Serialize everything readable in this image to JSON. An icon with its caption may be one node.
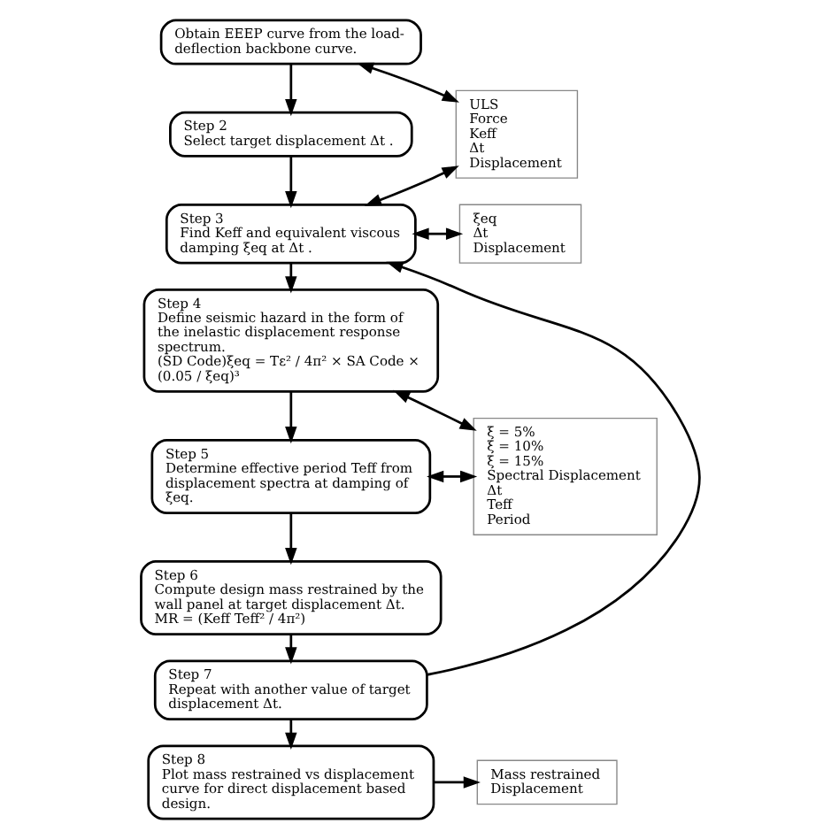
{
  "diagram": {
    "nodes": [
      {
        "text": [
          "Obtain EEEP curve from the load-deflection backbone curve."
        ]
      },
      {
        "text": [
          "Step 2",
          "Select target displacement Δt ."
        ]
      },
      {
        "text": [
          "Step 3",
          "Find Keff and equivalent viscous damping ξeq at Δt ."
        ]
      },
      {
        "text": [
          "Step 4",
          "Define seismic hazard in the form of the inelastic displacement response spectrum.",
          "(SD Code)ξeq = Tε² / 4π² × SA Code × (0.05 / ξeq)³"
        ]
      },
      {
        "text": [
          "Step 5",
          "Determine effective period Teff from displacement spectra at damping of ξeq."
        ]
      },
      {
        "text": [
          "Step 6",
          "Compute design mass restrained by the wall panel at target displacement Δt.",
          "MR = (Keff Teff² / 4π²)"
        ]
      },
      {
        "text": [
          "Step 7",
          "Repeat with another value of target displacement Δt."
        ]
      },
      {
        "text": [
          "Step 8",
          "Plot mass restrained vs displacement curve for direct displacement based design."
        ]
      },
      {
        "text": [
          "ULS",
          "Force",
          "Keff",
          "Δt",
          "Displacement"
        ]
      },
      {
        "text": [
          "ξeq",
          "Δt",
          "Displacement"
        ]
      },
      {
        "text": [
          "ξ = 5%",
          "ξ = 10%",
          "ξ = 15%",
          "Spectral Displacement",
          "Δt",
          "Teff",
          "Period"
        ]
      },
      {
        "text": [
          "Mass restrained",
          "Displacement"
        ]
      }
    ],
    "edges": [
      {
        "from": 0,
        "to": 1,
        "arrow": "to"
      },
      {
        "from": 1,
        "to": 2,
        "arrow": "to"
      },
      {
        "from": 2,
        "to": 3,
        "arrow": "to"
      },
      {
        "from": 3,
        "to": 4,
        "arrow": "to"
      },
      {
        "from": 4,
        "to": 5,
        "arrow": "to"
      },
      {
        "from": 5,
        "to": 6,
        "arrow": "to"
      },
      {
        "from": 6,
        "to": 7,
        "arrow": "to"
      },
      {
        "from": 6,
        "to": 2,
        "arrow": "to"
      },
      {
        "from": 0,
        "to": 8,
        "arrow": "both"
      },
      {
        "from": 2,
        "to": 8,
        "arrow": "both"
      },
      {
        "from": 2,
        "to": 9,
        "arrow": "both"
      },
      {
        "from": 3,
        "to": 10,
        "arrow": "both"
      },
      {
        "from": 4,
        "to": 10,
        "arrow": "both"
      },
      {
        "from": 7,
        "to": 11,
        "arrow": "to"
      }
    ]
  }
}
